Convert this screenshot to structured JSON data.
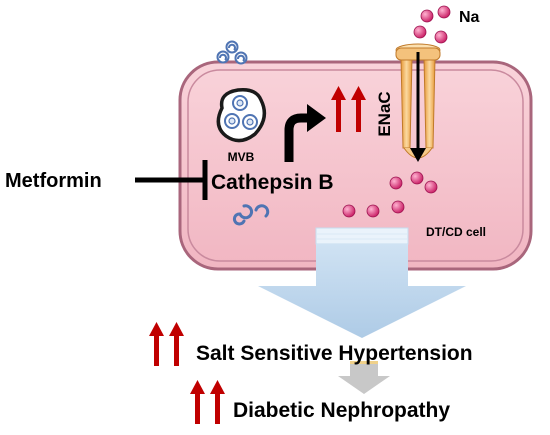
{
  "labels": {
    "na": "Na",
    "enac": "ENaC",
    "mvb": "MVB",
    "cathepsin": "Cathepsin B",
    "metformin": "Metformin",
    "cell": "DT/CD cell",
    "outcome1": "Salt Sensitive Hypertension",
    "outcome2": "Diabetic Nephropathy"
  },
  "colors": {
    "cell_fill": "#f6c8d0",
    "cell_border": "#b06a82",
    "sodium": "#d6246e",
    "vesicle": "#5c82bd",
    "up_arrow": "#c00000",
    "channel": "#f2b55e",
    "big_arrow": "#b8d4ec",
    "small_arrow": "#c8c8c8"
  },
  "icons": [
    "sodium-ion-icon",
    "vesicle-cluster-icon",
    "up-arrow-icon",
    "inhibit-line-icon",
    "channel-icon"
  ]
}
